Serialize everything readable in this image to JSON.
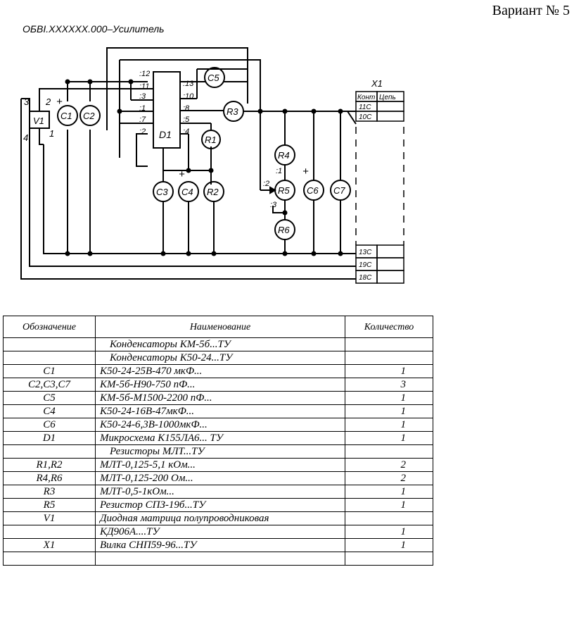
{
  "variant_label": "Вариант № 5",
  "schematic": {
    "title": "ОБВI.XXXXXX.000–Усилитель",
    "components": {
      "v1": "V1",
      "c1": "C1",
      "c2": "C2",
      "c3": "C3",
      "c4": "C4",
      "c5": "C5",
      "c6": "C6",
      "c7": "C7",
      "d1": "D1",
      "r1": "R1",
      "r2": "R2",
      "r3": "R3",
      "r4": "R4",
      "r5": "R5",
      "r6": "R6",
      "x1": "X1"
    },
    "d1_pins_left": [
      ":12",
      ":11",
      ":3",
      ":1",
      ":7",
      ":2"
    ],
    "d1_pins_right": [
      ":13",
      ":10",
      ":8",
      ":5",
      ":4"
    ],
    "r5_pins": [
      ":1",
      ":2",
      ":3"
    ],
    "v1_pins": [
      "3",
      "2",
      "4",
      "1"
    ],
    "plus": "+",
    "x1_header": [
      "Конт",
      "Цепь"
    ],
    "x1_contacts_top": [
      "11С",
      "10С"
    ],
    "x1_contacts_bottom": [
      "13С",
      "19С",
      "18С"
    ]
  },
  "spec_table": {
    "headers": [
      "Обозначение",
      "Наименование",
      "Количество"
    ],
    "rows": [
      {
        "designation": "",
        "name": "Конденсаторы КМ-5б...ТУ",
        "qty": ""
      },
      {
        "designation": "",
        "name": "Конденсаторы К50-24...ТУ",
        "qty": ""
      },
      {
        "designation": "С1",
        "name": "К50-24-25В-470 мкФ...",
        "qty": "1"
      },
      {
        "designation": "С2,С3,С7",
        "name": "КМ-5б-Н90-750 пФ...",
        "qty": "3"
      },
      {
        "designation": "С5",
        "name": "КМ-5б-М1500-2200 пФ...",
        "qty": "1"
      },
      {
        "designation": "С4",
        "name": "К50-24-16В-47мкФ...",
        "qty": "1"
      },
      {
        "designation": "С6",
        "name": "К50-24-6,3В-1000мкФ...",
        "qty": "1"
      },
      {
        "designation": "D1",
        "name": "Микросхема К155ЛА6... ТУ",
        "qty": "1"
      },
      {
        "designation": "",
        "name": "Резисторы МЛТ...ТУ",
        "qty": ""
      },
      {
        "designation": "R1,R2",
        "name": "МЛТ-0,125-5,1 кОм...",
        "qty": "2"
      },
      {
        "designation": "R4,R6",
        "name": "МЛТ-0,125-200 Ом...",
        "qty": "2"
      },
      {
        "designation": "R3",
        "name": "МЛТ-0,5-1кОм...",
        "qty": "1"
      },
      {
        "designation": "R5",
        "name": "Резистор СПЗ-19б...ТУ",
        "qty": "1"
      },
      {
        "designation": "V1",
        "name": "Диодная матрица полупроводниковая",
        "qty": ""
      },
      {
        "designation": "",
        "name": "КД906А....ТУ",
        "qty": "1"
      },
      {
        "designation": "X1",
        "name": "Вилка СНП59-96...ТУ",
        "qty": "1"
      },
      {
        "designation": "",
        "name": "",
        "qty": ""
      }
    ]
  }
}
